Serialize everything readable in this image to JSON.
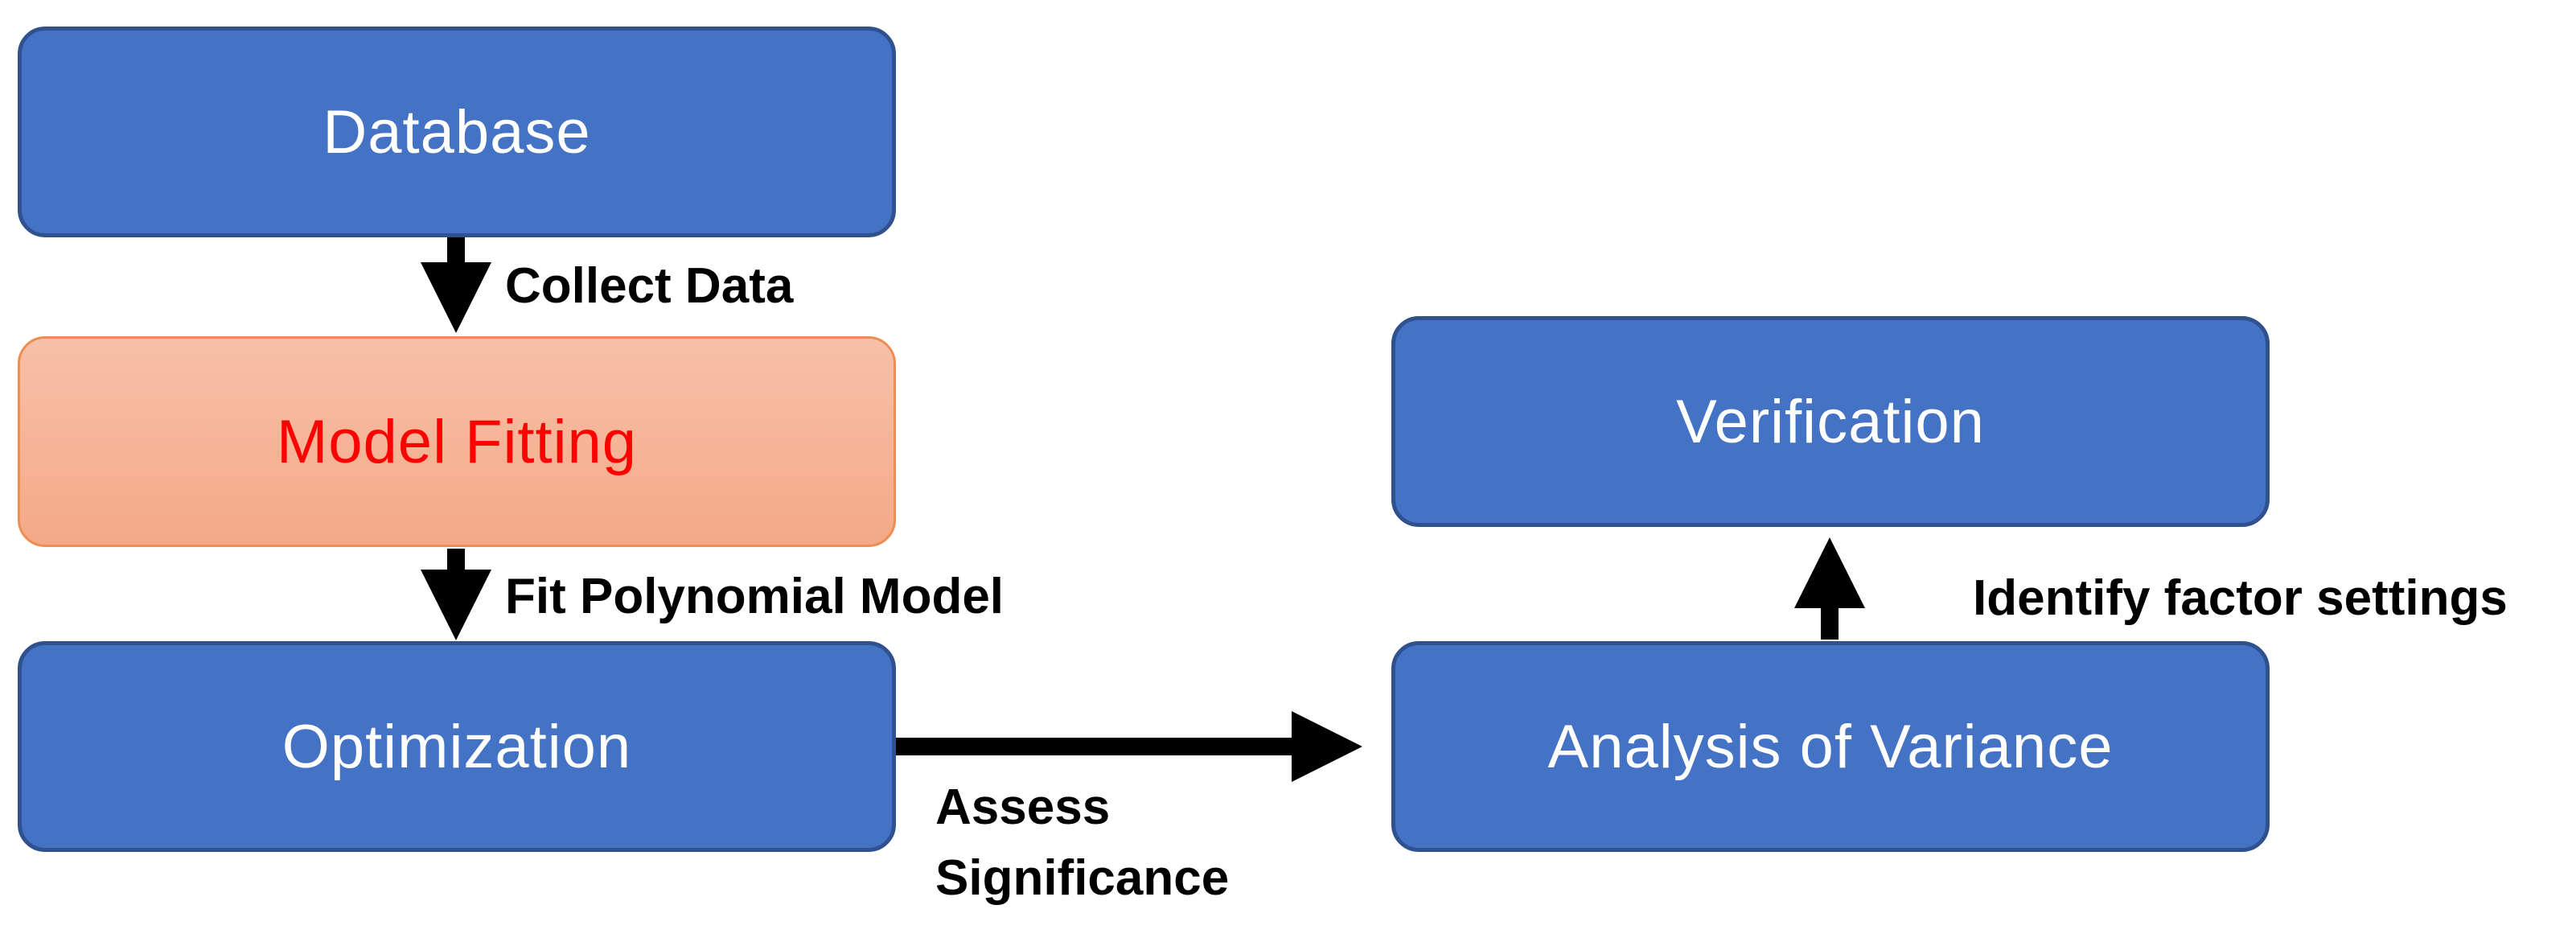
{
  "nodes": {
    "database": "Database",
    "model_fitting": "Model Fitting",
    "optimization": "Optimization",
    "analysis_of_variance": "Analysis of Variance",
    "verification": "Verification"
  },
  "edges": {
    "collect_data": "Collect Data",
    "fit_polynomial_model": "Fit Polynomial Model",
    "assess_significance_line1": "Assess",
    "assess_significance_line2": "Significance",
    "identify_factor_settings": "Identify factor settings"
  },
  "colors": {
    "node_fill": "#4472c4",
    "node_border": "#2f528f",
    "highlight_fill": "#f4b183",
    "highlight_text": "#ff0000",
    "arrow": "#000000"
  }
}
